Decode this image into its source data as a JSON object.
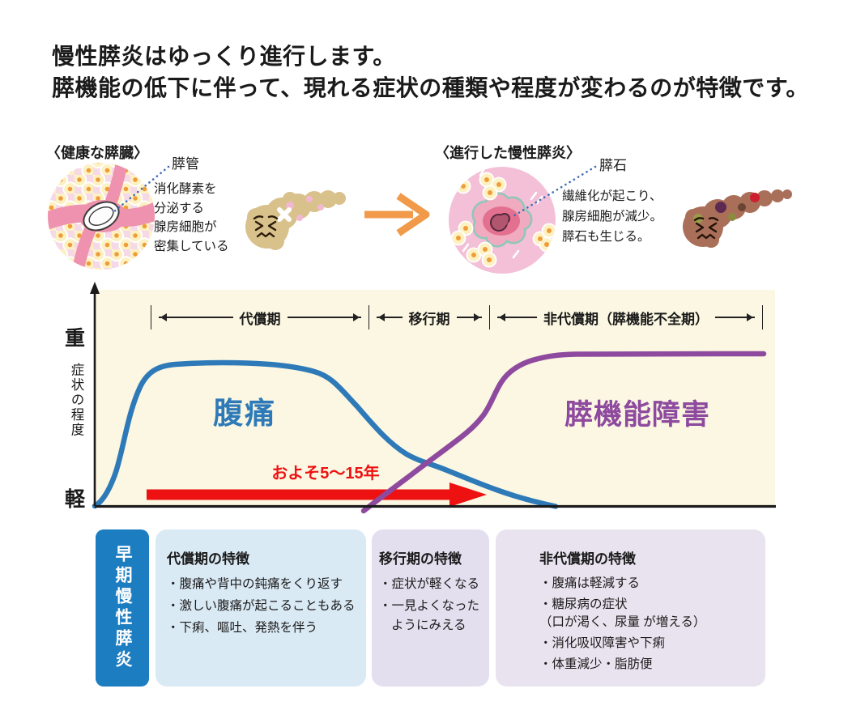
{
  "page": {
    "title_line1": "慢性膵炎はゆっくり進行します。",
    "title_line2": "膵機能の低下に伴って、現れる症状の種類や程度が変わるのが特徴です。"
  },
  "healthy_section": {
    "heading": "〈健康な膵臓〉",
    "callout_label": "膵管",
    "desc": [
      "消化酵素を",
      "分泌する",
      "腺房細胞が",
      "密集している"
    ]
  },
  "advanced_section": {
    "heading": "〈進行した慢性膵炎〉",
    "callout_label": "膵石",
    "desc": [
      "繊維化が起こり、",
      "腺房細胞が減少。",
      "膵石も生じる。"
    ]
  },
  "chart": {
    "y_axis_top": "重",
    "y_axis_label": "症状の程度",
    "y_axis_bottom": "軽",
    "phases": [
      {
        "label": "代償期"
      },
      {
        "label": "移行期"
      },
      {
        "label": "非代償期（膵機能不全期）"
      }
    ],
    "series_pain_label": "腹痛",
    "series_dysfunction_label": "膵機能障害",
    "duration_label": "およそ5～15年"
  },
  "chart_data": {
    "type": "line",
    "title": "",
    "xlabel": "",
    "ylabel": "症状の程度",
    "y_axis_qualitative": {
      "max": "重",
      "min": "軽"
    },
    "x_phases": [
      "代償期",
      "移行期",
      "非代償期（膵機能不全期）"
    ],
    "legend_position": "labels on curves",
    "grid": false,
    "series": [
      {
        "name": "腹痛",
        "color": "#2e7ab8",
        "x_percent": [
          0,
          4,
          8,
          12,
          18,
          28,
          38,
          43,
          48,
          53,
          57,
          62,
          68
        ],
        "y_percent": [
          0,
          20,
          70,
          92,
          94,
          95,
          90,
          72,
          48,
          30,
          22,
          12,
          0
        ]
      },
      {
        "name": "膵機能障害",
        "color": "#8e4a9e",
        "x_percent": [
          40,
          46,
          52,
          57,
          61,
          64,
          68,
          72,
          100
        ],
        "y_percent": [
          0,
          12,
          28,
          42,
          58,
          78,
          92,
          98,
          98
        ]
      }
    ],
    "annotations": [
      {
        "text": "およそ5～15年",
        "color": "#ee1111",
        "style": "red horizontal arrow near baseline spanning 代償期 to 移行期"
      }
    ]
  },
  "side_label": {
    "text": "早期慢性膵炎"
  },
  "boxes": [
    {
      "heading": "代償期の特徴",
      "bullets": [
        "・腹痛や背中の鈍痛をくり返す",
        "・激しい腹痛が起こることもある",
        "・下痢、嘔吐、発熱を伴う"
      ]
    },
    {
      "heading": "移行期の特徴",
      "bullets": [
        "・症状が軽くなる",
        "・一見よくなった",
        "ようにみえる"
      ]
    },
    {
      "heading": "非代償期の特徴",
      "bullets": [
        "・腹痛は軽減する",
        "・糖尿病の症状",
        "（口が渇く、尿量 が増える）",
        "・消化吸収障害や下痢",
        "・体重減少・脂肪便"
      ]
    }
  ],
  "colors": {
    "pain_curve": "#2e7ab8",
    "dysfunction_curve": "#8e4a9e",
    "duration_arrow": "#ee1111",
    "chart_bg": "#fbf7e2",
    "side_box": "#1d7dc1",
    "box1_bg": "#daeaf5",
    "box2_bg": "#e4dfee",
    "box3_bg": "#e9e3ef"
  }
}
